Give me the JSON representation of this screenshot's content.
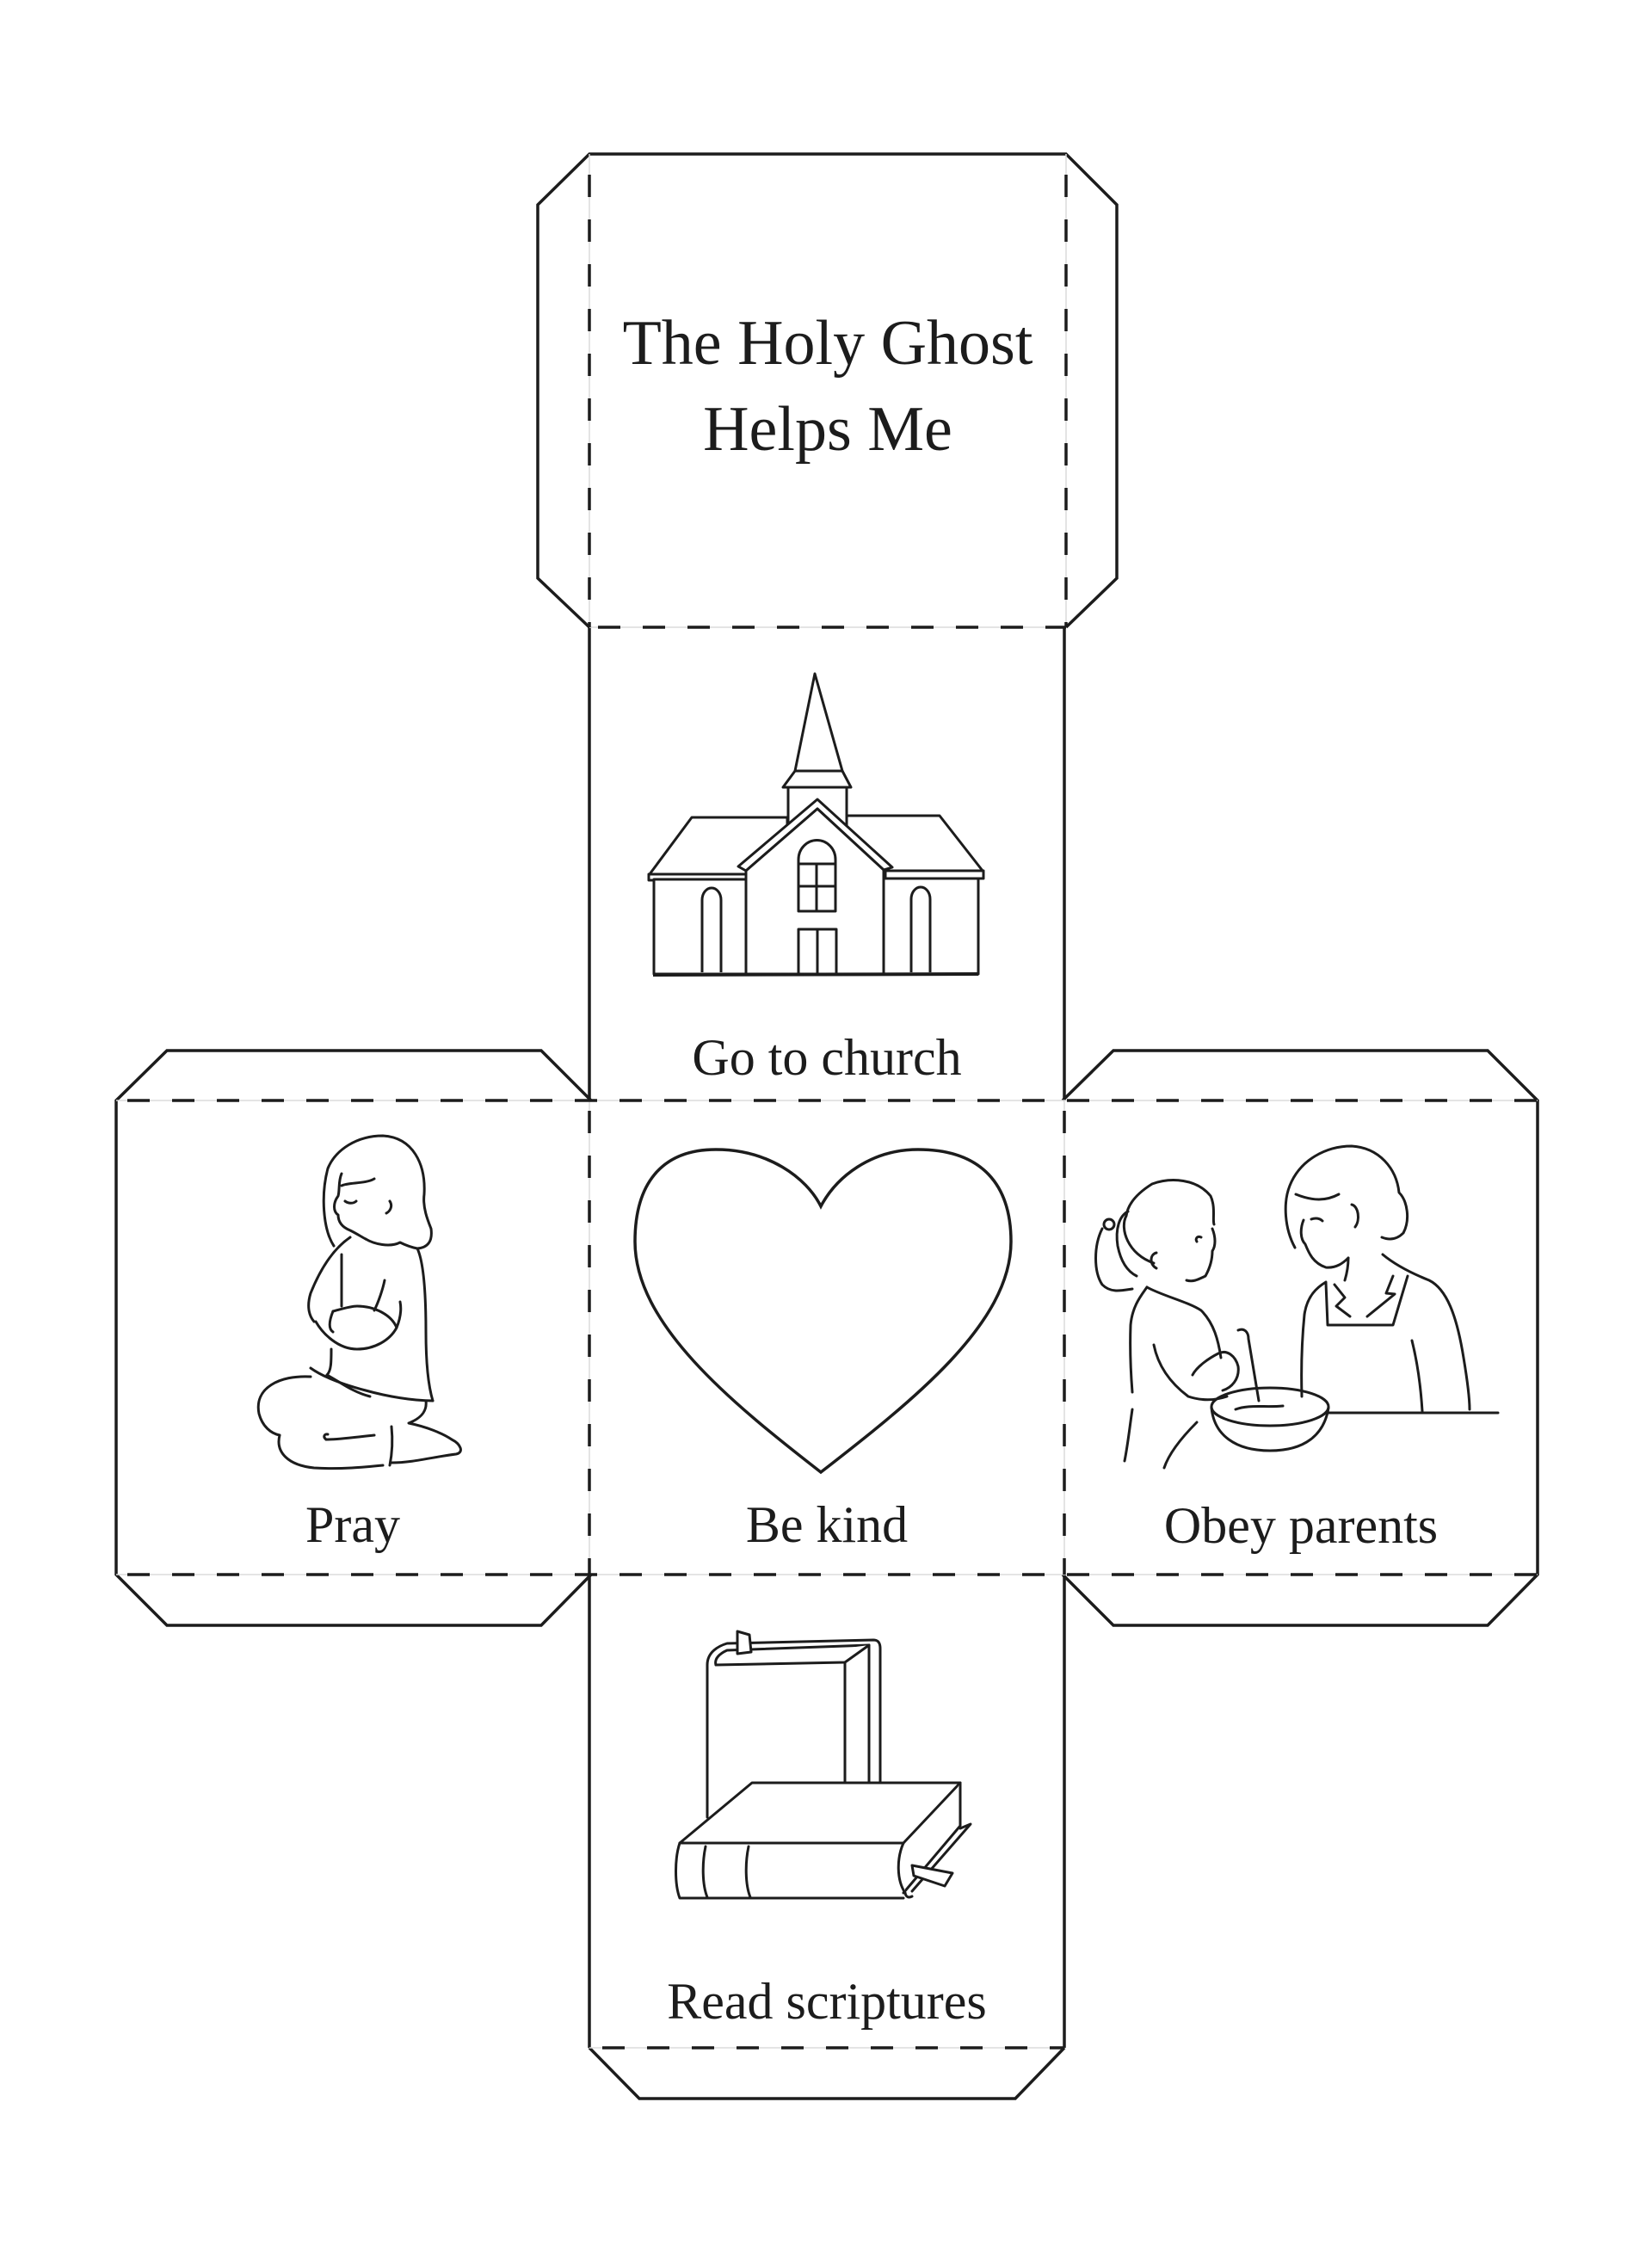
{
  "document": {
    "type": "printable cube cutout",
    "colors": {
      "line": "#1c1c1c",
      "guide": "#d9d9d9",
      "background": "#ffffff"
    }
  },
  "faces": {
    "top": {
      "title_line1": "The Holy Ghost",
      "title_line2": "Helps Me"
    },
    "church": {
      "label": "Go to church",
      "icon": "church-icon"
    },
    "pray": {
      "label": "Pray",
      "icon": "kneeling-girl-praying-icon"
    },
    "kind": {
      "label": "Be kind",
      "icon": "heart-icon"
    },
    "obey": {
      "label": "Obey parents",
      "icon": "girl-and-mother-baking-icon"
    },
    "scriptures": {
      "label": "Read scriptures",
      "icon": "scripture-books-icon"
    }
  }
}
